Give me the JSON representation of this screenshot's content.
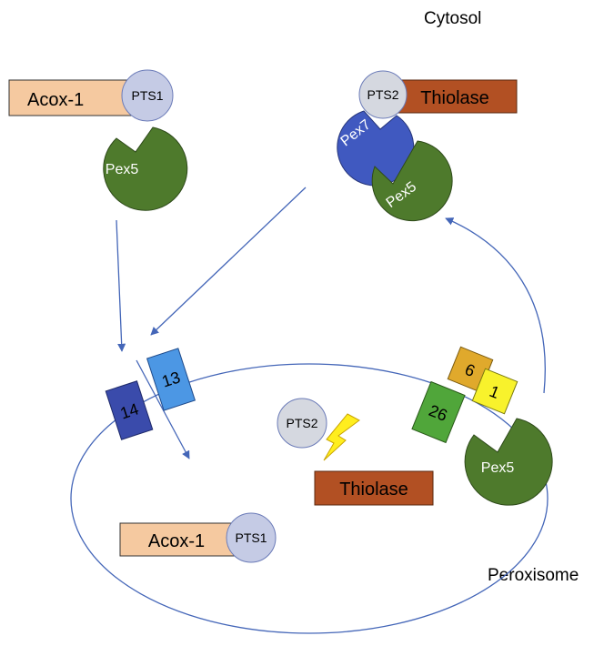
{
  "regions": {
    "cytosol": "Cytosol",
    "peroxisome": "Peroxisome"
  },
  "cytosol_complex_pts1": {
    "cargo": "Acox-1",
    "signal": "PTS1",
    "receptor": "Pex5"
  },
  "cytosol_complex_pts2": {
    "signal": "PTS2",
    "cargo": "Thiolase",
    "coreceptor": "Pex7",
    "receptor": "Pex5"
  },
  "docking_complex": {
    "pex14": "14",
    "pex13": "13"
  },
  "export_complex": {
    "pex6": "6",
    "pex1": "1",
    "pex26": "26",
    "receptor": "Pex5"
  },
  "matrix": {
    "signal_pts2": "PTS2",
    "thiolase": "Thiolase",
    "acox": "Acox-1",
    "signal_pts1": "PTS1"
  },
  "colors": {
    "arrow": "#4466b8",
    "pex5": "#4e7a2c",
    "pex7": "#4059c0",
    "pts_circle": "#c5cbe5",
    "pts2_circle": "#d5d8e0",
    "acox": "#f5c9a0",
    "thiolase": "#b25023",
    "pex14": "#3a4bab",
    "pex13": "#4c97e4",
    "pex6": "#e0a92c",
    "pex1": "#f8f22c",
    "pex26": "#50a63a",
    "lightning": "#ffee1e"
  }
}
